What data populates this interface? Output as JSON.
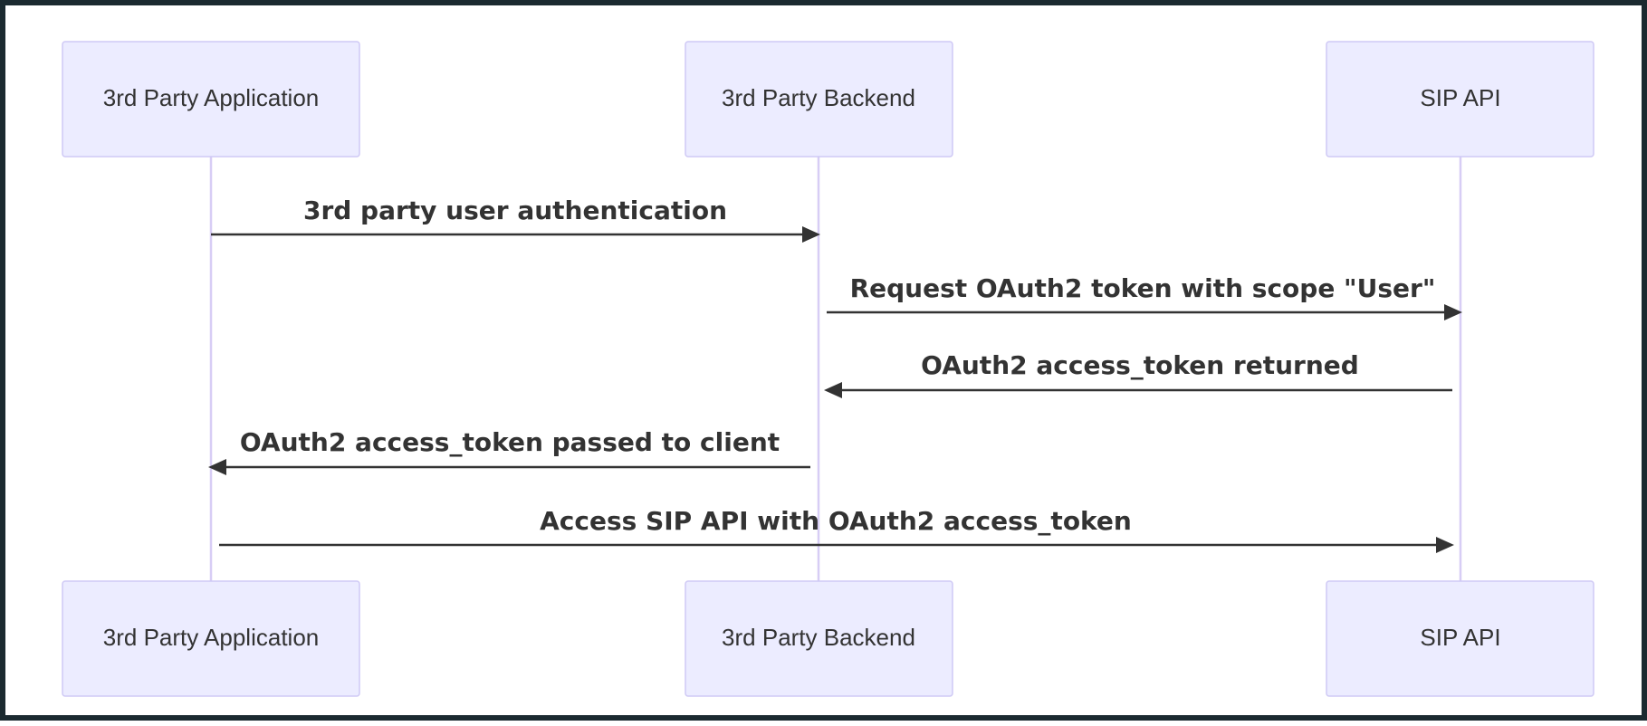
{
  "participants": [
    {
      "label": "3rd Party Application"
    },
    {
      "label": "3rd Party Backend"
    },
    {
      "label": "SIP API"
    }
  ],
  "messages": [
    {
      "from": 0,
      "to": 1,
      "label": "3rd party user authentication"
    },
    {
      "from": 1,
      "to": 2,
      "label": "Request OAuth2 token with scope \"User\""
    },
    {
      "from": 2,
      "to": 1,
      "label": "OAuth2 access_token returned"
    },
    {
      "from": 1,
      "to": 0,
      "label": "OAuth2 access_token passed to client"
    },
    {
      "from": 0,
      "to": 2,
      "label": "Access SIP API with OAuth2 access_token"
    }
  ]
}
